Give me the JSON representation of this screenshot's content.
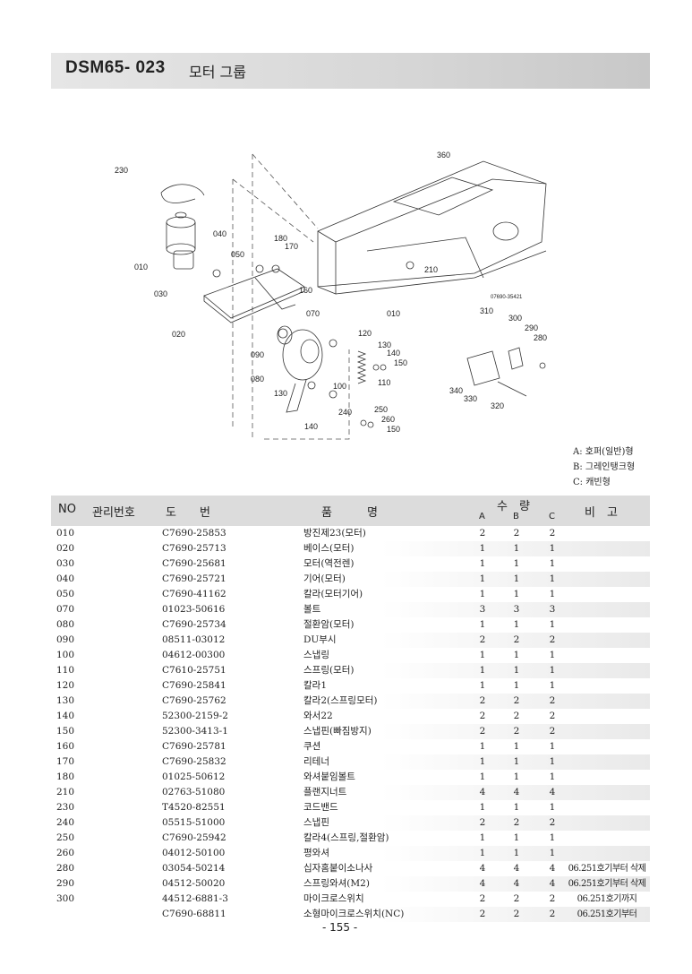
{
  "header": {
    "code": "DSM65- 023",
    "title": "모터 그룹"
  },
  "diagram": {
    "labels": [
      "230",
      "360",
      "040",
      "180",
      "170",
      "050",
      "210",
      "010",
      "030",
      "160",
      "07690-35421",
      "010",
      "070",
      "310",
      "300",
      "290",
      "280",
      "020",
      "120",
      "130",
      "140",
      "150",
      "090",
      "110",
      "080",
      "100",
      "130",
      "340",
      "330",
      "320",
      "240",
      "250",
      "260",
      "140",
      "150"
    ]
  },
  "legend": [
    "A: 호퍼(일반)형",
    "B: 그레인탱크형",
    "C: 캐빈형"
  ],
  "table": {
    "headers": {
      "no": "NO",
      "mgmt": "관리번호",
      "dwg": "도　　번",
      "name": "품　　　명",
      "qty": "수　량",
      "a": "A",
      "b": "B",
      "c": "C",
      "note": "비　고"
    },
    "rows": [
      {
        "no": "010",
        "dwg": "C7690-25853",
        "name": "방진제23(모터)",
        "a": "2",
        "b": "2",
        "c": "2",
        "note": ""
      },
      {
        "no": "020",
        "dwg": "C7690-25713",
        "name": "베이스(모터)",
        "a": "1",
        "b": "1",
        "c": "1",
        "note": ""
      },
      {
        "no": "030",
        "dwg": "C7690-25681",
        "name": "모터(역전렌)",
        "a": "1",
        "b": "1",
        "c": "1",
        "note": ""
      },
      {
        "no": "040",
        "dwg": "C7690-25721",
        "name": "기어(모터)",
        "a": "1",
        "b": "1",
        "c": "1",
        "note": ""
      },
      {
        "no": "050",
        "dwg": "C7690-41162",
        "name": "칼라(모터기어)",
        "a": "1",
        "b": "1",
        "c": "1",
        "note": ""
      },
      {
        "no": "070",
        "dwg": "01023-50616",
        "name": "볼트",
        "a": "3",
        "b": "3",
        "c": "3",
        "note": ""
      },
      {
        "no": "080",
        "dwg": "C7690-25734",
        "name": "절환암(모터)",
        "a": "1",
        "b": "1",
        "c": "1",
        "note": ""
      },
      {
        "no": "090",
        "dwg": "08511-03012",
        "name": "DU부시",
        "a": "2",
        "b": "2",
        "c": "2",
        "note": ""
      },
      {
        "no": "100",
        "dwg": "04612-00300",
        "name": "스냅링",
        "a": "1",
        "b": "1",
        "c": "1",
        "note": ""
      },
      {
        "no": "110",
        "dwg": "C7610-25751",
        "name": "스프링(모터)",
        "a": "1",
        "b": "1",
        "c": "1",
        "note": ""
      },
      {
        "no": "120",
        "dwg": "C7690-25841",
        "name": "칼라1",
        "a": "1",
        "b": "1",
        "c": "1",
        "note": ""
      },
      {
        "no": "130",
        "dwg": "C7690-25762",
        "name": "칼라2(스프링모터)",
        "a": "2",
        "b": "2",
        "c": "2",
        "note": ""
      },
      {
        "no": "140",
        "dwg": "52300-2159-2",
        "name": "와서22",
        "a": "2",
        "b": "2",
        "c": "2",
        "note": ""
      },
      {
        "no": "150",
        "dwg": "52300-3413-1",
        "name": "스냅핀(빠짐방지)",
        "a": "2",
        "b": "2",
        "c": "2",
        "note": ""
      },
      {
        "no": "160",
        "dwg": "C7690-25781",
        "name": "쿠션",
        "a": "1",
        "b": "1",
        "c": "1",
        "note": ""
      },
      {
        "no": "170",
        "dwg": "C7690-25832",
        "name": "리테너",
        "a": "1",
        "b": "1",
        "c": "1",
        "note": ""
      },
      {
        "no": "180",
        "dwg": "01025-50612",
        "name": "와셔붙임볼트",
        "a": "1",
        "b": "1",
        "c": "1",
        "note": ""
      },
      {
        "no": "210",
        "dwg": "02763-51080",
        "name": "플랜지너트",
        "a": "4",
        "b": "4",
        "c": "4",
        "note": ""
      },
      {
        "no": "230",
        "dwg": "T4520-82551",
        "name": "코드밴드",
        "a": "1",
        "b": "1",
        "c": "1",
        "note": ""
      },
      {
        "no": "240",
        "dwg": "05515-51000",
        "name": "스냅핀",
        "a": "2",
        "b": "2",
        "c": "2",
        "note": ""
      },
      {
        "no": "250",
        "dwg": "C7690-25942",
        "name": "칼라4(스프링,절환암)",
        "a": "1",
        "b": "1",
        "c": "1",
        "note": ""
      },
      {
        "no": "260",
        "dwg": "04012-50100",
        "name": "평와셔",
        "a": "1",
        "b": "1",
        "c": "1",
        "note": ""
      },
      {
        "no": "280",
        "dwg": "03054-50214",
        "name": "십자홈붙이소나사",
        "a": "4",
        "b": "4",
        "c": "4",
        "note": "06.251호기부터 삭제"
      },
      {
        "no": "290",
        "dwg": "04512-50020",
        "name": "스프링와셔(M2)",
        "a": "4",
        "b": "4",
        "c": "4",
        "note": "06.251호기부터 삭제"
      },
      {
        "no": "300",
        "dwg": "44512-6881-3",
        "name": "마이크로스위치",
        "a": "2",
        "b": "2",
        "c": "2",
        "note": "06.251호기까지"
      },
      {
        "no": "",
        "dwg": "C7690-68811",
        "name": "소형마이크로스위치(NC)",
        "a": "2",
        "b": "2",
        "c": "2",
        "note": "06.251호기부터"
      }
    ]
  },
  "page_number": "- 155 -"
}
